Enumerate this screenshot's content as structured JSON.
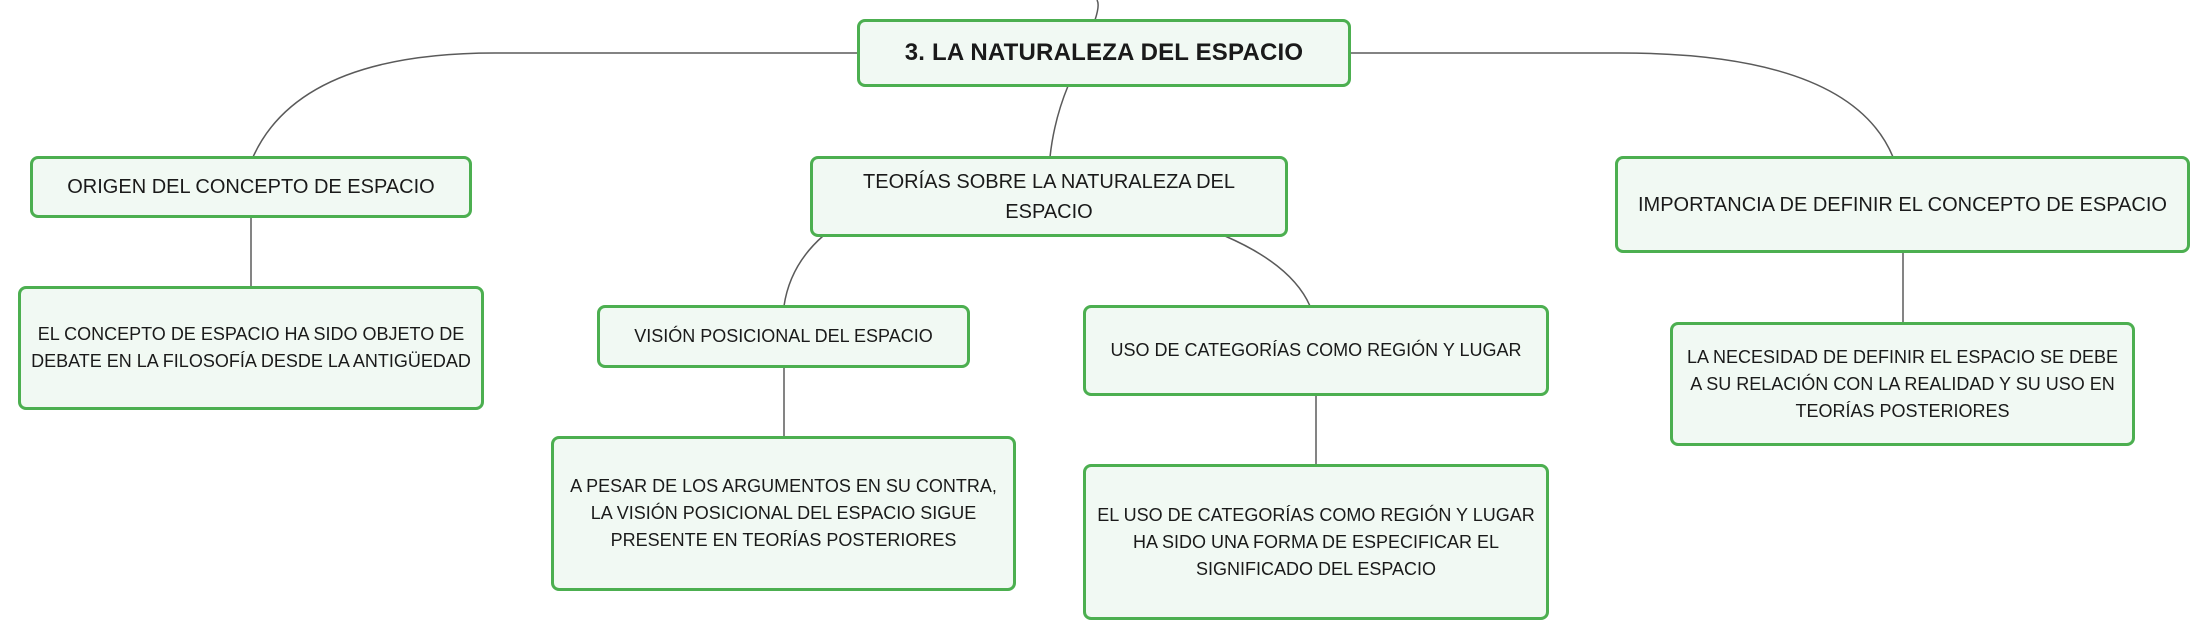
{
  "diagram": {
    "root": {
      "label": "3. LA NATURALEZA DEL ESPACIO"
    },
    "branches": [
      {
        "label": "ORIGEN DEL CONCEPTO DE ESPACIO",
        "detail": "EL CONCEPTO DE ESPACIO HA SIDO OBJETO DE DEBATE EN LA FILOSOFÍA DESDE LA ANTIGÜEDAD"
      },
      {
        "label": "TEORÍAS SOBRE LA NATURALEZA DEL ESPACIO",
        "children": [
          {
            "label": "VISIÓN POSICIONAL DEL ESPACIO",
            "detail": "A PESAR DE LOS ARGUMENTOS EN SU CONTRA, LA VISIÓN POSICIONAL DEL ESPACIO SIGUE PRESENTE EN TEORÍAS POSTERIORES"
          },
          {
            "label": "USO DE CATEGORÍAS COMO REGIÓN Y LUGAR",
            "detail": "EL USO DE CATEGORÍAS COMO REGIÓN Y LUGAR HA SIDO UNA FORMA DE ESPECIFICAR EL SIGNIFICADO DEL ESPACIO"
          }
        ]
      },
      {
        "label": "IMPORTANCIA DE DEFINIR EL CONCEPTO DE ESPACIO",
        "detail": "LA NECESIDAD DE DEFINIR EL ESPACIO SE DEBE A SU RELACIÓN CON LA REALIDAD Y SU USO EN TEORÍAS POSTERIORES"
      }
    ]
  },
  "colors": {
    "node_border": "#4caf50",
    "node_fill": "#f1f9f3",
    "connector": "#555555"
  }
}
